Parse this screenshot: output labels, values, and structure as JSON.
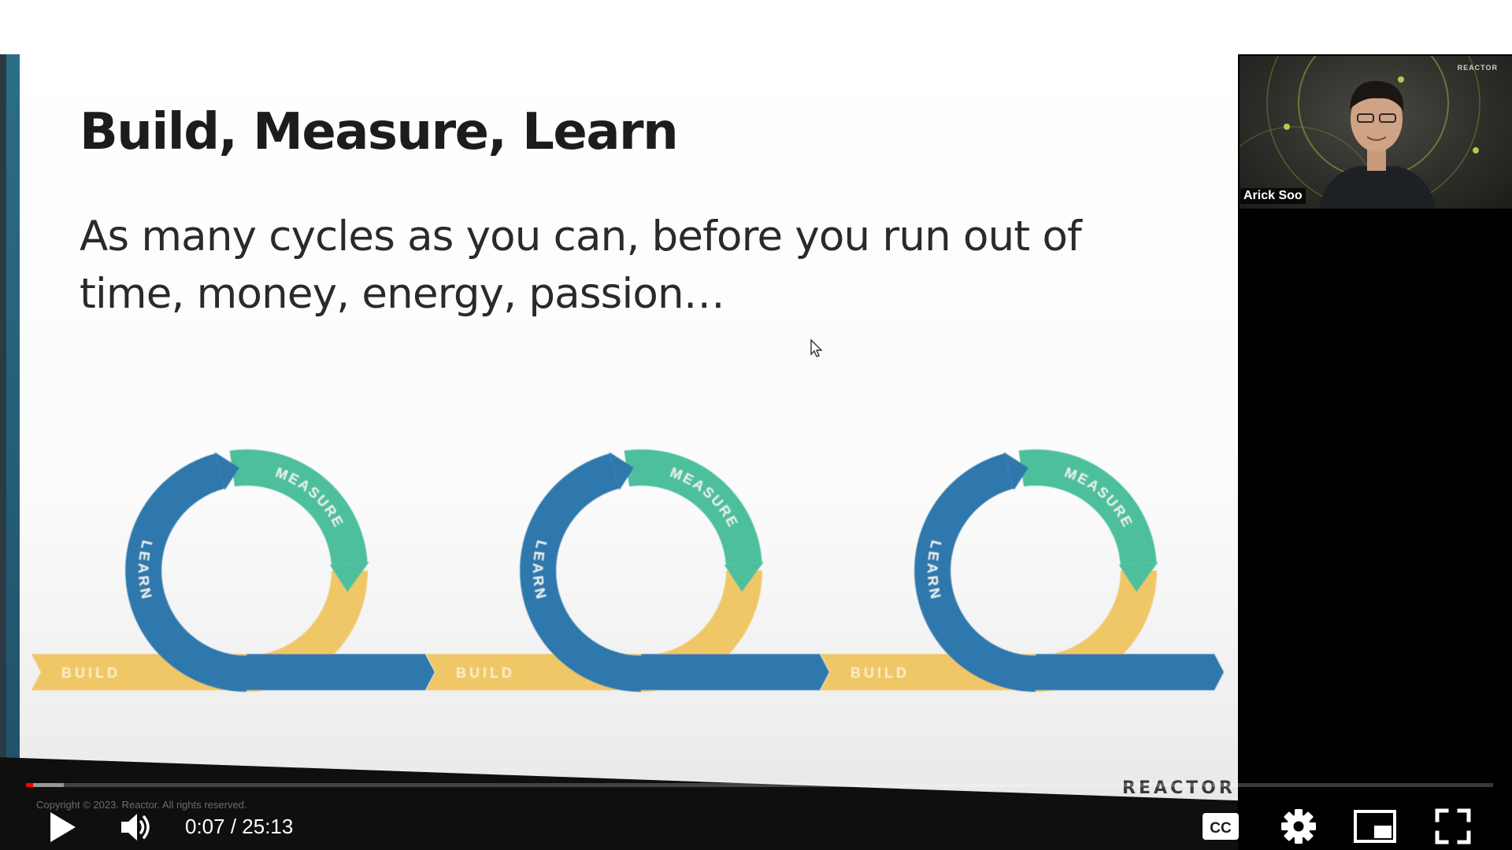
{
  "slide": {
    "title": "Build, Measure, Learn",
    "subtitle": "As many cycles as you can, before you run out of time, money, energy, passion…",
    "cycle_labels": {
      "build": "BUILD",
      "measure": "MEASURE",
      "learn": "LEARN"
    },
    "cycle_count": 3,
    "colors": {
      "build": "#f0c766",
      "measure": "#4dbf9c",
      "learn": "#2f78ad",
      "accent_stripe": "#2d6d86"
    },
    "copyright": "Copyright © 2023. Reactor. All rights reserved.",
    "logo": "REACTOR"
  },
  "webcam": {
    "presenter_name": "Arick Soo",
    "logo": "REACTOR"
  },
  "player": {
    "current_time": "0:07",
    "duration": "25:13",
    "time_display": "0:07 / 25:13",
    "played_fraction": 0.0046,
    "buffered_fraction": 0.026,
    "progress_color": "#ff0000",
    "controls": {
      "play": "play-icon",
      "volume": "volume-icon",
      "captions": "CC",
      "settings": "gear-icon",
      "miniplayer": "miniplayer-icon",
      "fullscreen": "fullscreen-icon"
    }
  }
}
